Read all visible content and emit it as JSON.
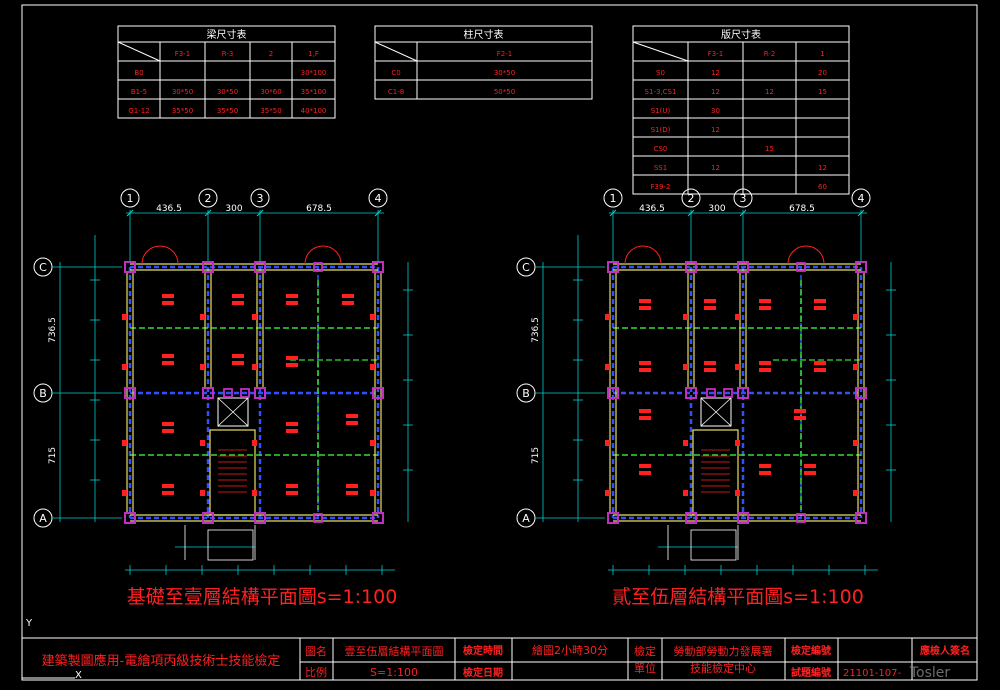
{
  "tables": {
    "beam": {
      "title": "梁尺寸表",
      "header": [
        "",
        "F3-1",
        "R-3",
        "2",
        "1,F"
      ],
      "rows": [
        [
          "B0",
          "",
          "",
          "",
          "30*100"
        ],
        [
          "B1-5",
          "30*50",
          "30*50",
          "30*60",
          "35*100"
        ],
        [
          "G1-12",
          "35*50",
          "35*50",
          "35*50",
          "40*100"
        ]
      ]
    },
    "column": {
      "title": "柱尺寸表",
      "header": [
        "",
        "F2-1"
      ],
      "rows": [
        [
          "C0",
          "30*50"
        ],
        [
          "C1-8",
          "50*50"
        ]
      ]
    },
    "slab": {
      "title": "版尺寸表",
      "header": [
        "",
        "F3-1",
        "R-2",
        "1"
      ],
      "rows": [
        [
          "S0",
          "12",
          "",
          "20"
        ],
        [
          "S1-3,CS1",
          "12",
          "12",
          "15"
        ],
        [
          "S1(U)",
          "30",
          "",
          ""
        ],
        [
          "S1(D)",
          "12",
          "",
          ""
        ],
        [
          "CS0",
          "",
          "15",
          ""
        ],
        [
          "SS1",
          "12",
          "",
          "12"
        ],
        [
          "F39-2",
          "",
          "",
          "60"
        ]
      ]
    }
  },
  "plans": [
    {
      "axes": {
        "cols": [
          "1",
          "2",
          "3",
          "4"
        ],
        "rows": [
          "C",
          "B",
          "A"
        ]
      },
      "dims_top": [
        "436.5",
        "300",
        "678.5"
      ],
      "dims_left": [
        "736.5",
        "715"
      ],
      "caption": "基礎至壹層結構平面圖s=1:100"
    },
    {
      "axes": {
        "cols": [
          "1",
          "2",
          "3",
          "4"
        ],
        "rows": [
          "C",
          "B",
          "A"
        ]
      },
      "dims_top": [
        "436.5",
        "300",
        "678.5"
      ],
      "dims_left": [
        "736.5",
        "715"
      ],
      "caption": "貳至伍層結構平面圖s=1:100"
    }
  ],
  "title_block": {
    "exam_title": "建築製圖應用-電繪項丙級技術士技能檢定",
    "drawing_name_label": "圖名",
    "drawing_name": "壹至伍層結構平面圖",
    "scale_label": "比例",
    "scale": "S=1:100",
    "exam_time_label": "檢定時間",
    "exam_time": "繪圖2小時30分",
    "exam_date_label": "檢定日期",
    "unit_label_1": "檢定",
    "unit_label_2": "單位",
    "unit_1": "勞動部勞動力發展署",
    "unit_2": "技能檢定中心",
    "exam_no_label": "檢定編號",
    "test_no_label": "試題編號",
    "test_no": "21101-107-",
    "signature_label": "應檢人簽名"
  },
  "colors": {
    "background": "#000000",
    "frame": "#ffffff",
    "wall": "#e8e060",
    "column": "#c030c0",
    "dim": "#00d0d0",
    "red": "#ff2020",
    "green": "#30e030",
    "blue": "#3050ff"
  },
  "watermark": "Tosler"
}
